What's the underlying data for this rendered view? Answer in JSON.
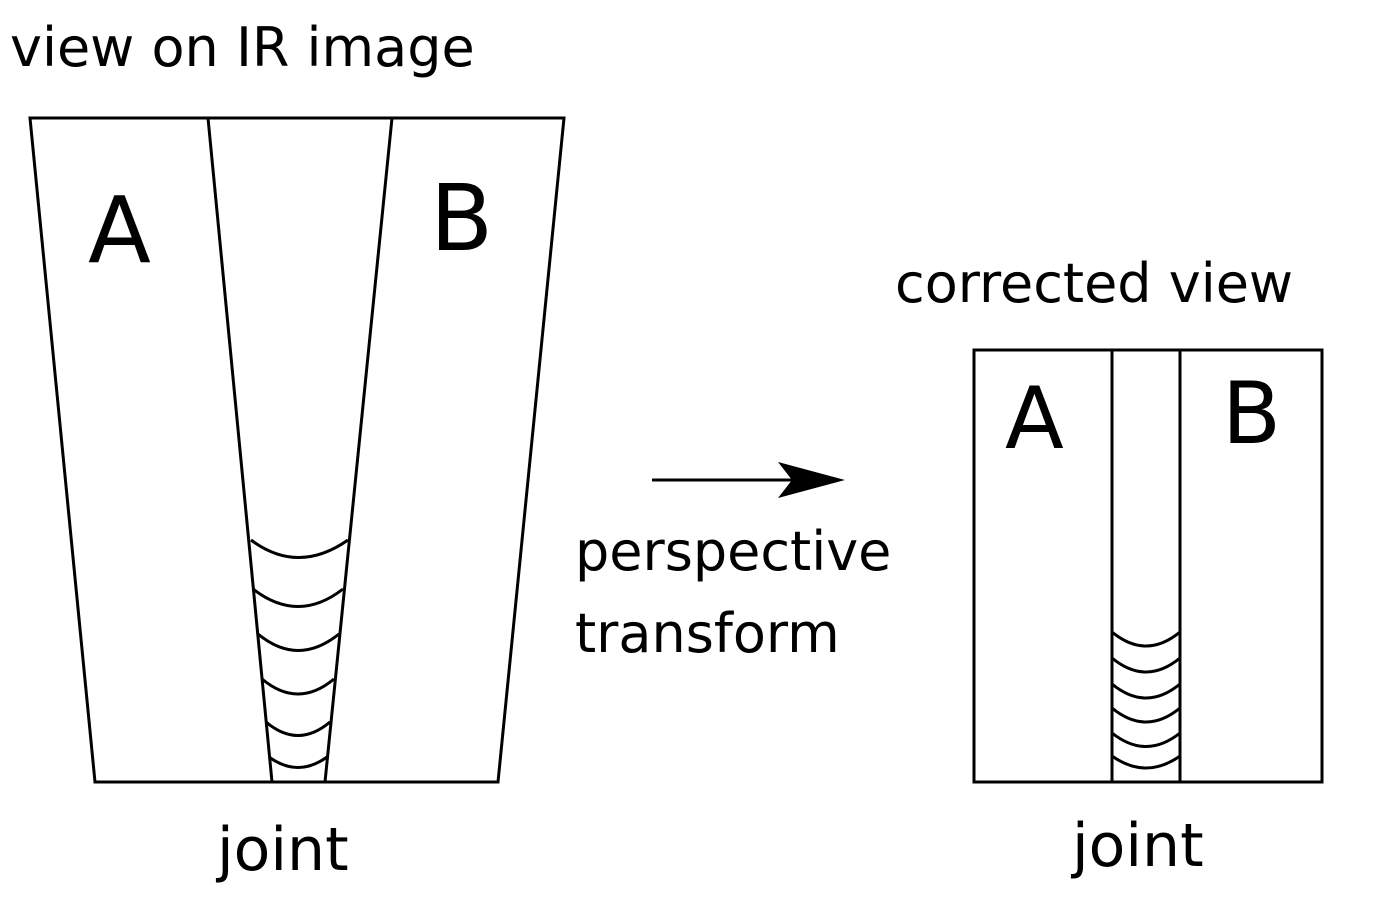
{
  "left_panel": {
    "title": "view on IR image",
    "part_a": "A",
    "part_b": "B",
    "bottom_label": "joint"
  },
  "transform": {
    "line1": "perspective",
    "line2": "transform"
  },
  "right_panel": {
    "title": "corrected view",
    "part_a": "A",
    "part_b": "B",
    "bottom_label": "joint"
  }
}
